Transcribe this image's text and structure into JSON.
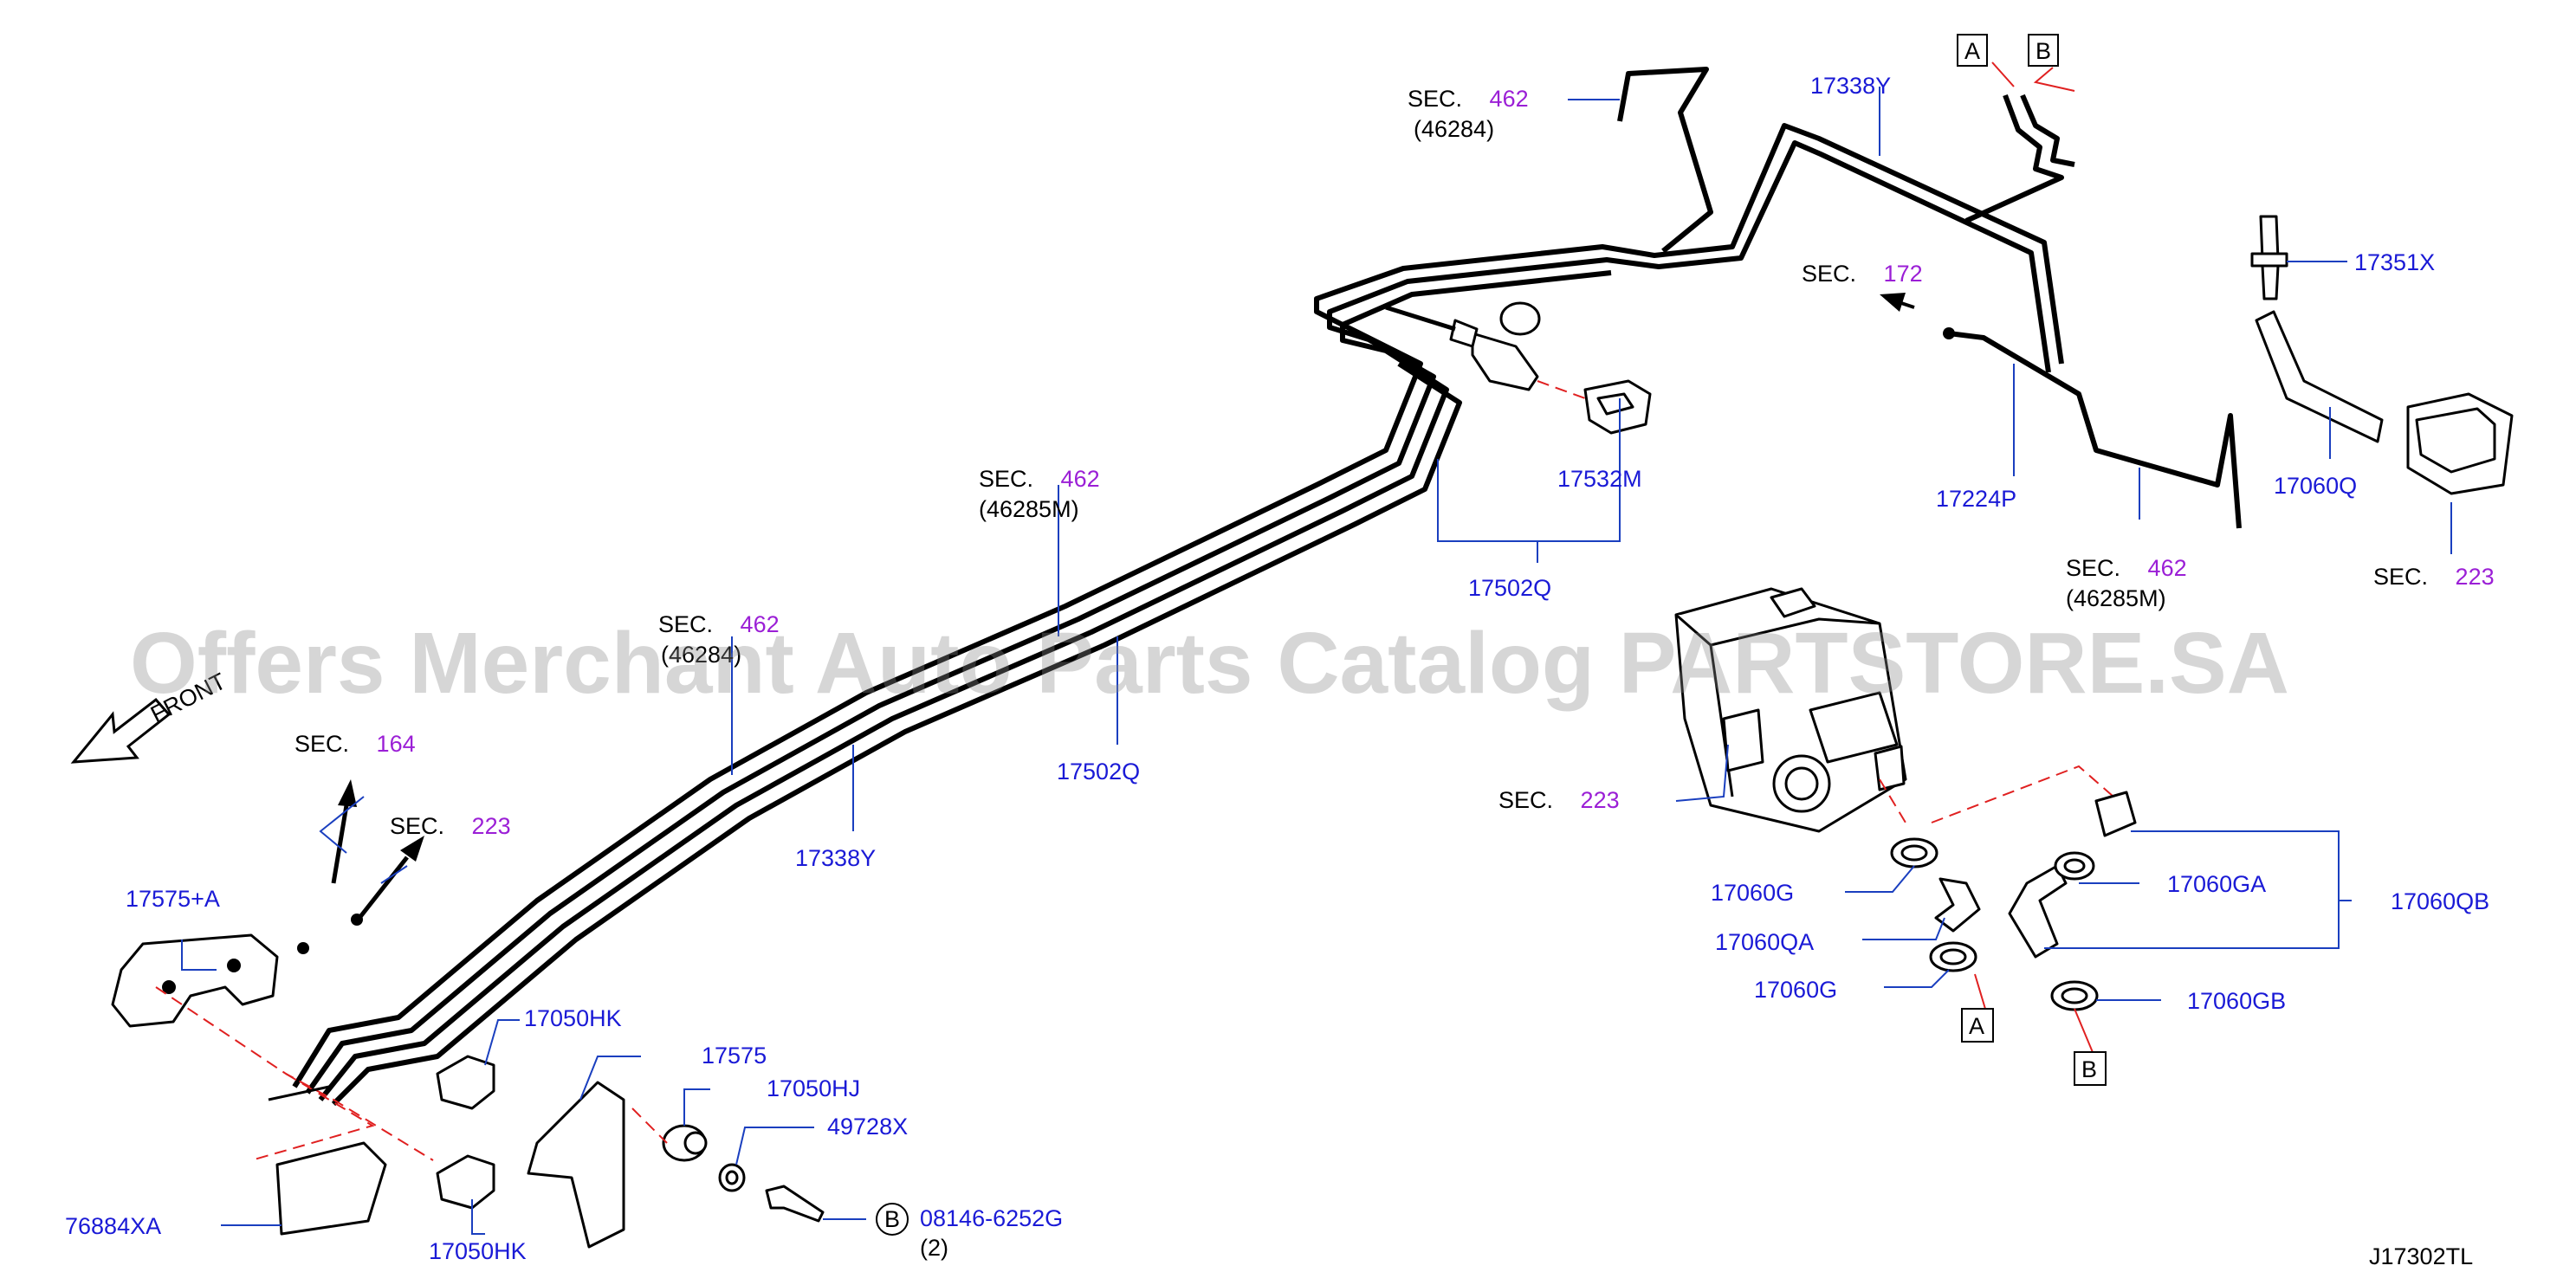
{
  "watermark": "Offers Merchant Auto Parts Catalog PARTSTORE.SA",
  "front_label": "FRONT",
  "diagram_id": "J17302TL",
  "colors": {
    "part_number": "#1a1ad6",
    "section_number": "#9b1fd6",
    "leader": "#1a3fbf",
    "dashed_link": "#e02020"
  },
  "section_prefix": "SEC.",
  "sections": [
    {
      "num": "462",
      "sub": "(46284)"
    },
    {
      "num": "172",
      "sub": ""
    },
    {
      "num": "462",
      "sub": "(46285M)"
    },
    {
      "num": "223",
      "sub": ""
    },
    {
      "num": "462",
      "sub": "(46285M)"
    },
    {
      "num": "462",
      "sub": "(46284)"
    },
    {
      "num": "164",
      "sub": ""
    },
    {
      "num": "223",
      "sub": ""
    },
    {
      "num": "223",
      "sub": ""
    }
  ],
  "parts": [
    "17338Y",
    "17351X",
    "17532M",
    "17224P",
    "17060Q",
    "17502Q",
    "17502Q",
    "17338Y",
    "17575+A",
    "17050HK",
    "17575",
    "17050HJ",
    "49728X",
    "08146-6252G",
    "76884XA",
    "17050HK",
    "17060G",
    "17060GA",
    "17060QB",
    "17060QA",
    "17060G",
    "17060GB"
  ],
  "bolt_marker": "B",
  "bolt_qty": "(2)",
  "ref_boxes": [
    "A",
    "B",
    "A",
    "B"
  ]
}
